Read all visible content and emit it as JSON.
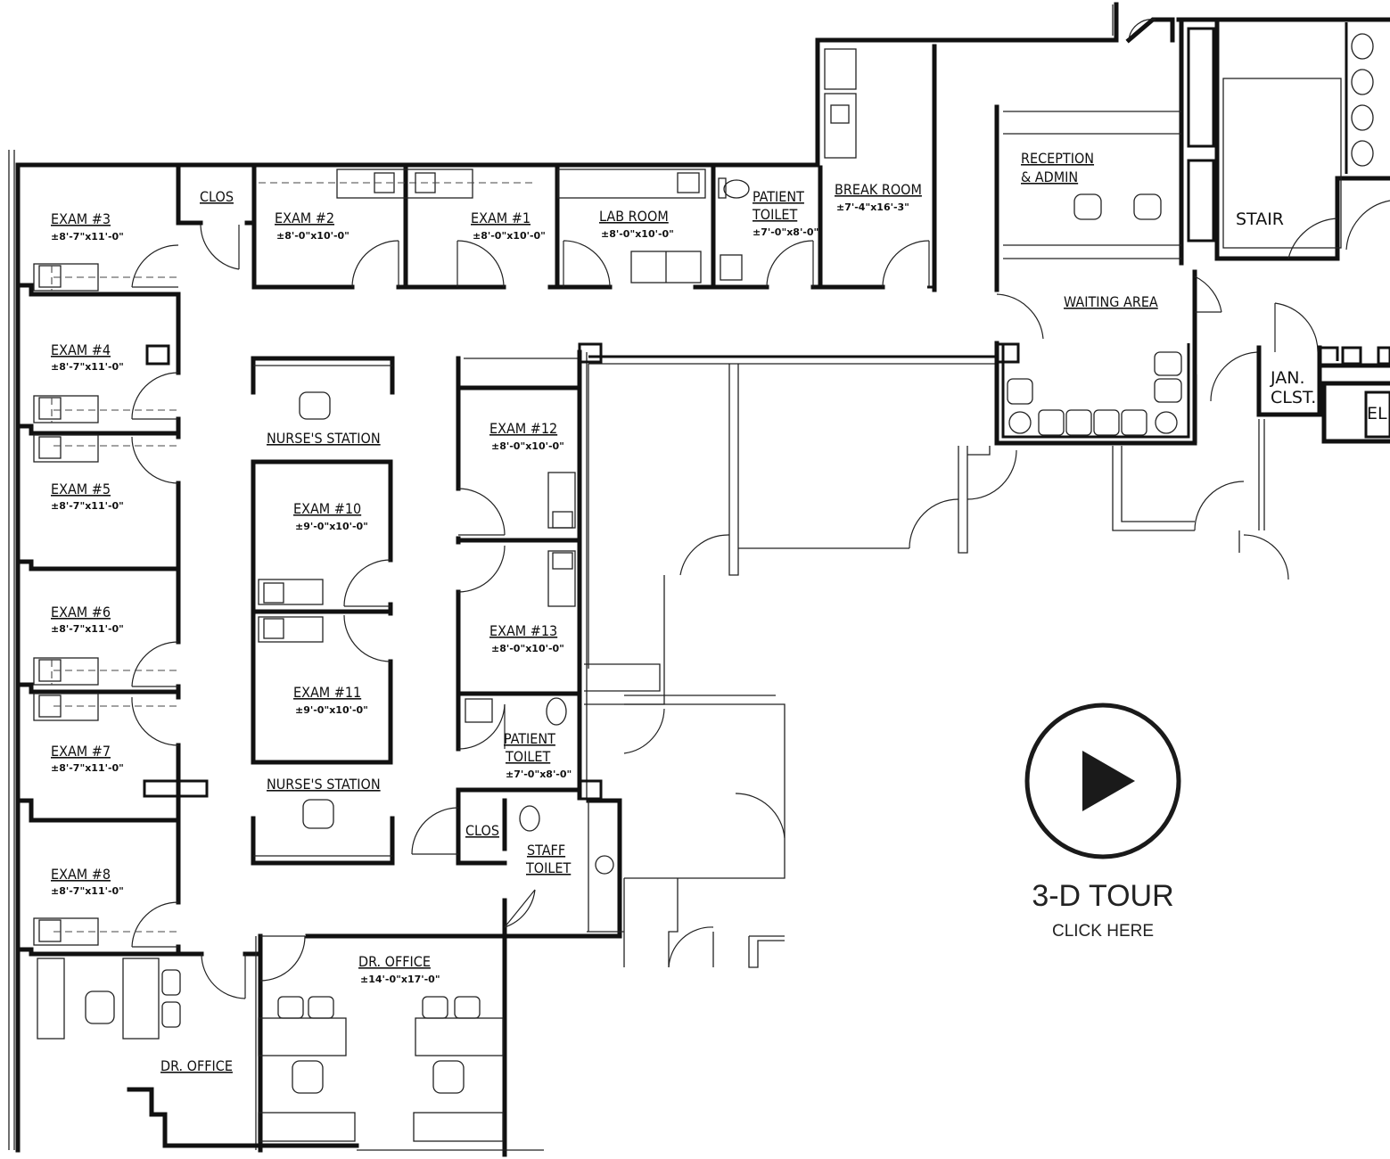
{
  "rooms": [
    {
      "id": "exam3",
      "name": "EXAM #3",
      "dim": "±8'-7\"x11'-0\""
    },
    {
      "id": "clos1",
      "name": "CLOS",
      "dim": ""
    },
    {
      "id": "exam2",
      "name": "EXAM #2",
      "dim": "±8'-0\"x10'-0\""
    },
    {
      "id": "exam1",
      "name": "EXAM #1",
      "dim": "±8'-0\"x10'-0\""
    },
    {
      "id": "lab",
      "name": "LAB ROOM",
      "dim": "±8'-0\"x10'-0\""
    },
    {
      "id": "ptoilet1",
      "name": "PATIENT",
      "name2": "TOILET",
      "dim": "±7'-0\"x8'-0\""
    },
    {
      "id": "break",
      "name": "BREAK ROOM",
      "dim": "±7'-4\"x16'-3\""
    },
    {
      "id": "reception",
      "name": "RECEPTION",
      "name2": "& ADMIN",
      "dim": ""
    },
    {
      "id": "stair",
      "name": "STAIR",
      "dim": ""
    },
    {
      "id": "waiting",
      "name": "WAITING AREA",
      "dim": ""
    },
    {
      "id": "jan",
      "name": "JAN.",
      "name2": "CLST.",
      "dim": ""
    },
    {
      "id": "elev",
      "name": "EL",
      "dim": ""
    },
    {
      "id": "exam4",
      "name": "EXAM #4",
      "dim": "±8'-7\"x11'-0\""
    },
    {
      "id": "exam5",
      "name": "EXAM #5",
      "dim": "±8'-7\"x11'-0\""
    },
    {
      "id": "exam6",
      "name": "EXAM #6",
      "dim": "±8'-7\"x11'-0\""
    },
    {
      "id": "exam7",
      "name": "EXAM #7",
      "dim": "±8'-7\"x11'-0\""
    },
    {
      "id": "exam8",
      "name": "EXAM #8",
      "dim": "±8'-7\"x11'-0\""
    },
    {
      "id": "nurse1",
      "name": "NURSE'S STATION",
      "dim": ""
    },
    {
      "id": "exam10",
      "name": "EXAM #10",
      "dim": "±9'-0\"x10'-0\""
    },
    {
      "id": "exam11",
      "name": "EXAM #11",
      "dim": "±9'-0\"x10'-0\""
    },
    {
      "id": "nurse2",
      "name": "NURSE'S STATION",
      "dim": ""
    },
    {
      "id": "exam12",
      "name": "EXAM #12",
      "dim": "±8'-0\"x10'-0\""
    },
    {
      "id": "exam13",
      "name": "EXAM #13",
      "dim": "±8'-0\"x10'-0\""
    },
    {
      "id": "ptoilet2",
      "name": "PATIENT",
      "name2": "TOILET",
      "dim": "±7'-0\"x8'-0\""
    },
    {
      "id": "clos2",
      "name": "CLOS",
      "dim": ""
    },
    {
      "id": "staff",
      "name": "STAFF",
      "name2": "TOILET",
      "dim": ""
    },
    {
      "id": "drofficeA",
      "name": "DR. OFFICE",
      "dim": "±14'-0\"x17'-0\""
    },
    {
      "id": "drofficeB",
      "name": "DR. OFFICE",
      "dim": ""
    }
  ],
  "tour": {
    "title": "3-D TOUR",
    "subtitle": "CLICK HERE",
    "icon": "play-icon"
  }
}
